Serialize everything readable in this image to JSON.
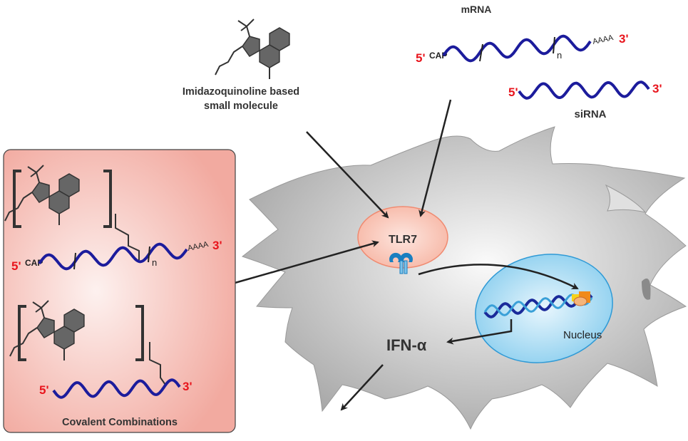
{
  "small_molecule": {
    "line1": "Imidazoquinoline based",
    "line2": "small molecule"
  },
  "mrna": {
    "title": "mRNA",
    "five_prime": "5'",
    "cap": "CAP",
    "repeat": "n",
    "polya": "AAAA",
    "three_prime": "3'"
  },
  "sirna": {
    "title": "siRNA",
    "five_prime": "5'",
    "three_prime": "3'"
  },
  "cell": {
    "receptor": "TLR7",
    "nucleus": "Nucleus",
    "output": "IFN-α"
  },
  "covalent": {
    "title": "Covalent Combinations",
    "mrna": {
      "five_prime": "5'",
      "cap": "CAP",
      "repeat": "n",
      "polya": "AAAA",
      "three_prime": "3'"
    },
    "sirna": {
      "five_prime": "5'",
      "three_prime": "3'"
    }
  },
  "colors": {
    "rna": "#1c1c9c",
    "prime": "#e8141c",
    "box": "#f5b9b0",
    "endosome": "#f9c9bb",
    "nucleus": "#9fd6f0",
    "receptor": "#1a7fc0"
  }
}
